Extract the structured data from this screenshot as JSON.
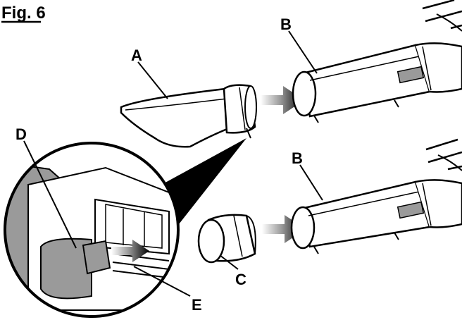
{
  "figure": {
    "title": "Fig. 6",
    "labels": {
      "A": "A",
      "B_top": "B",
      "B_bottom": "B",
      "C": "C",
      "D": "D",
      "E": "E"
    }
  },
  "colors": {
    "line": "#000000",
    "fill": "#ffffff",
    "gray": "#9a9a9a",
    "light_gray": "#d9d9d9"
  }
}
